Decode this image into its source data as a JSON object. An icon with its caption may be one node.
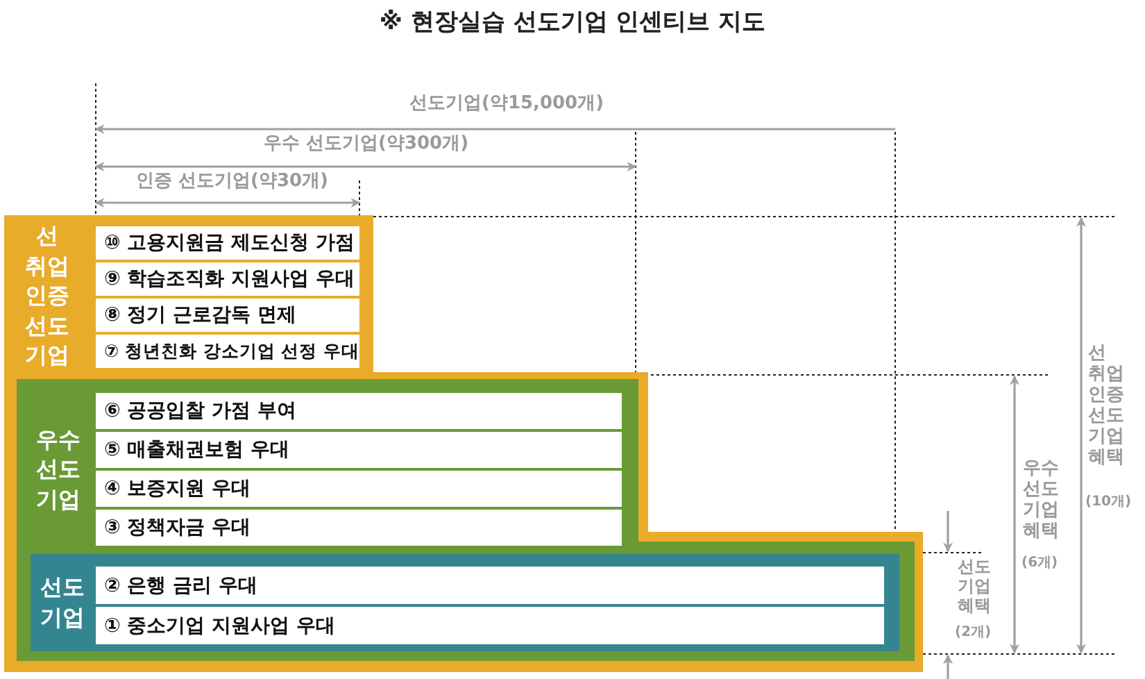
{
  "diagram": {
    "title": "※ 현장실습 선도기업 인센티브 지도",
    "nodes": [
      {
        "text": [
          "선 취업 인증 선도 기업"
        ]
      },
      {
        "text": [
          "⑩ 고용지원금 제도신청 가점"
        ],
        "in": 0
      },
      {
        "text": [
          "⑨ 학습조직화 지원사업 우대"
        ],
        "in": 0
      },
      {
        "text": [
          "⑧ 정기 근로감독 면제"
        ],
        "in": 0
      },
      {
        "text": [
          "⑦ 청년친화 강소기업 선정 우대"
        ],
        "in": 0
      },
      {
        "text": [
          "우수 선도 기업"
        ],
        "in": 0
      },
      {
        "text": [
          "⑥ 공공입찰 가점 부여"
        ],
        "in": 5
      },
      {
        "text": [
          "⑤ 매출채권보험 우대"
        ],
        "in": 5
      },
      {
        "text": [
          "④ 보증지원 우대"
        ],
        "in": 5
      },
      {
        "text": [
          "③ 정책자금 우대"
        ],
        "in": 5
      },
      {
        "text": [
          "선도 기업"
        ],
        "in": 5
      },
      {
        "text": [
          "② 은행 금리 우대"
        ],
        "in": 10
      },
      {
        "text": [
          "① 중소기업 지원사업 우대"
        ],
        "in": 10
      }
    ],
    "labels": [
      "선도기업(약15,000개)",
      "우수 선도기업(약300개)",
      "인증 선도기업(약30개)",
      "선 취업 인증 선도 기업 혜택",
      "(10개)",
      "우수 선도 기업 혜택",
      "(6개)",
      "선도 기업 혜택",
      "(2개)"
    ]
  }
}
